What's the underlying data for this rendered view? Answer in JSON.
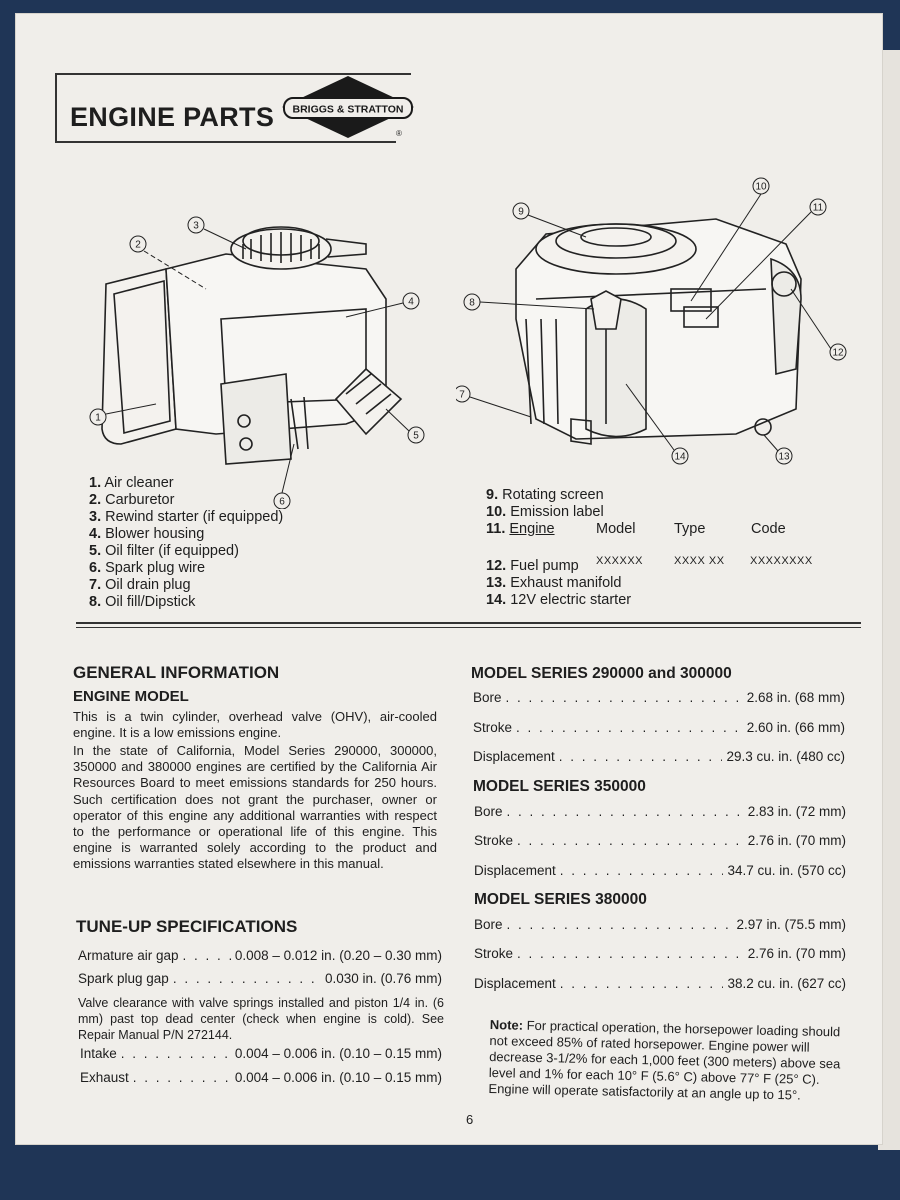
{
  "header": {
    "title": "ENGINE PARTS",
    "brand": "BRIGGS & STRATTON",
    "registered": "®"
  },
  "diagram_left": {
    "callouts": [
      "1",
      "2",
      "3",
      "4",
      "5",
      "6"
    ]
  },
  "diagram_right": {
    "callouts": [
      "7",
      "8",
      "9",
      "10",
      "11",
      "12",
      "13",
      "14"
    ]
  },
  "parts_left": [
    {
      "num": "1.",
      "label": "Air cleaner"
    },
    {
      "num": "2.",
      "label": "Carburetor"
    },
    {
      "num": "3.",
      "label": "Rewind starter (if equipped)"
    },
    {
      "num": "4.",
      "label": "Blower housing"
    },
    {
      "num": "5.",
      "label": "Oil filter (if equipped)"
    },
    {
      "num": "6.",
      "label": "Spark plug wire"
    },
    {
      "num": "7.",
      "label": "Oil drain plug"
    },
    {
      "num": "8.",
      "label": "Oil fill/Dipstick"
    }
  ],
  "parts_right": {
    "p9": {
      "num": "9.",
      "label": "Rotating screen"
    },
    "p10": {
      "num": "10.",
      "label": "Emission label"
    },
    "p11": {
      "num": "11.",
      "label": "Engine",
      "model": "Model",
      "type": "Type",
      "code": "Code",
      "model_val": "XXXXXX",
      "type_val": "XXXX XX",
      "code_val": "XXXXXXXX"
    },
    "p12": {
      "num": "12.",
      "label": "Fuel pump"
    },
    "p13": {
      "num": "13.",
      "label": "Exhaust manifold"
    },
    "p14": {
      "num": "14.",
      "label": "12V electric starter"
    }
  },
  "general": {
    "heading": "GENERAL INFORMATION",
    "sub": "ENGINE MODEL",
    "para1": "This is a twin cylinder, overhead valve (OHV), air-cooled engine. It is a low emissions engine.",
    "para2": "In the state of California, Model Series 290000, 300000, 350000 and 380000 engines are certified by the California Air Resources Board to meet emissions standards for 250 hours. Such certification does not grant the purchaser, owner or operator of this engine any additional warranties with respect to the performance or operational life of this engine. This engine is warranted solely according to the product and emissions warranties stated elsewhere in this manual."
  },
  "tuneup": {
    "heading": "TUNE-UP SPECIFICATIONS",
    "armature": {
      "label": "Armature air gap",
      "value": "0.008 – 0.012 in. (0.20 – 0.30 mm)"
    },
    "spark": {
      "label": "Spark plug gap",
      "value": "0.030 in. (0.76 mm)"
    },
    "valve_note": "Valve clearance with valve springs installed and piston 1/4 in. (6 mm) past top dead center (check when engine is cold). See Repair Manual P/N 272144.",
    "intake": {
      "label": "Intake",
      "value": "0.004 – 0.006 in. (0.10 – 0.15 mm)"
    },
    "exhaust": {
      "label": "Exhaust",
      "value": "0.004 – 0.006 in. (0.10 – 0.15 mm)"
    }
  },
  "series": [
    {
      "heading": "MODEL SERIES 290000 and 300000",
      "bore": "2.68 in. (68 mm)",
      "stroke": "2.60 in. (66 mm)",
      "disp": "29.3 cu. in. (480 cc)"
    },
    {
      "heading": "MODEL SERIES 350000",
      "bore": "2.83 in. (72 mm)",
      "stroke": "2.76 in. (70 mm)",
      "disp": "34.7 cu. in. (570 cc)"
    },
    {
      "heading": "MODEL SERIES 380000",
      "bore": "2.97 in. (75.5 mm)",
      "stroke": "2.76 in. (70 mm)",
      "disp": "38.2 cu. in. (627 cc)"
    }
  ],
  "labels": {
    "bore": "Bore",
    "stroke": "Stroke",
    "disp": "Displacement"
  },
  "note": {
    "label": "Note:",
    "text": "For practical operation, the horsepower loading should not exceed 85% of rated horsepower. Engine power will decrease 3-1/2% for each 1,000 feet (300 meters) above sea level and 1% for each 10° F (5.6° C) above 77° F (25° C). Engine will operate satisfactorily at an angle up to 15°."
  },
  "page_number": "6"
}
